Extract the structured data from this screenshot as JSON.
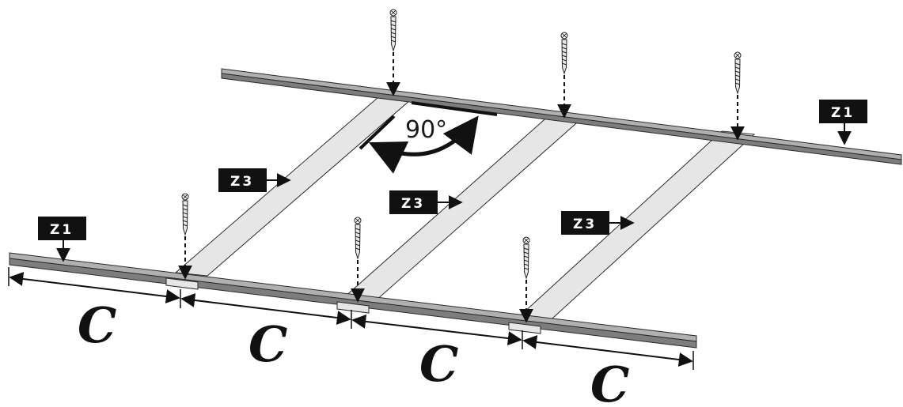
{
  "labels": {
    "rail": "Z1",
    "crossbar": "Z3",
    "spacing": "C",
    "angle": "90°"
  },
  "colors": {
    "rail_top": "#b0b0b0",
    "rail_side": "#7d7d7d",
    "crossbar": "#e6e6e6",
    "outline": "#2a2a2a",
    "tag_bg": "#111111",
    "tag_text": "#ffffff"
  },
  "icons": {
    "screw": "wood-screw-icon",
    "arrow": "dashed-arrow-icon"
  }
}
